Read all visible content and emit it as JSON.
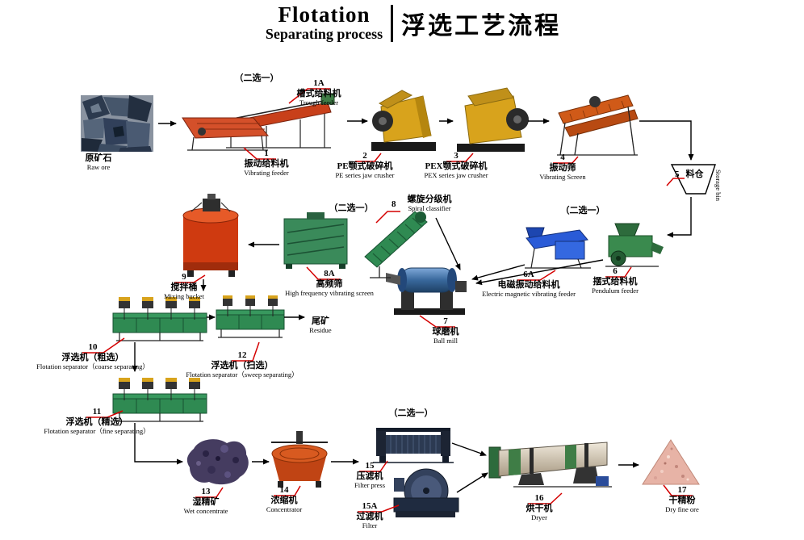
{
  "title": {
    "main": "Flotation",
    "sub": "Separating process",
    "zh": "浮选工艺流程"
  },
  "choice_note": "（二选一）",
  "nodes": {
    "raw_ore": {
      "num": "",
      "zh": "原矿石",
      "en": "Raw ore"
    },
    "trough_feeder": {
      "num": "1A",
      "zh": "槽式给料机",
      "en": "Trough feeder"
    },
    "vibrating_feeder": {
      "num": "1",
      "zh": "振动给料机",
      "en": "Vibrating feeder"
    },
    "pe_crusher": {
      "num": "2",
      "zh": "PE颚式破碎机",
      "en": "PE series jaw crusher"
    },
    "pex_crusher": {
      "num": "3",
      "zh": "PEX颚式破碎机",
      "en": "PEX series jaw crusher"
    },
    "vibrating_screen": {
      "num": "4",
      "zh": "振动筛",
      "en": "Vibrating Screen"
    },
    "storage_bin": {
      "num": "5",
      "zh": "料仓",
      "en": "Storage bin"
    },
    "pendulum_feeder": {
      "num": "6",
      "zh": "摆式给料机",
      "en": "Pendulum feeder"
    },
    "emv_feeder": {
      "num": "6A",
      "zh": "电磁振动给料机",
      "en": "Electric magnetic vibrating feeder"
    },
    "ball_mill": {
      "num": "7",
      "zh": "球磨机",
      "en": "Ball mill"
    },
    "spiral_classifier": {
      "num": "8",
      "zh": "螺旋分级机",
      "en": "Spiral classifier"
    },
    "hf_screen": {
      "num": "8A",
      "zh": "高频筛",
      "en": "High frequency vibrating screen"
    },
    "mixing_bucket": {
      "num": "9",
      "zh": "搅拌桶",
      "en": "Mixing bucket"
    },
    "flotation_coarse": {
      "num": "10",
      "zh": "浮选机（粗选）",
      "en": "Flotation separator（coarse separating）"
    },
    "flotation_fine": {
      "num": "11",
      "zh": "浮选机（精选）",
      "en": "Flotation separator（fine separating）"
    },
    "flotation_sweep": {
      "num": "12",
      "zh": "浮选机（扫选）",
      "en": "Flotation separator（sweep separating）"
    },
    "residue": {
      "num": "",
      "zh": "尾矿",
      "en": "Residue"
    },
    "wet_concentrate": {
      "num": "13",
      "zh": "湿精矿",
      "en": "Wet concentrate"
    },
    "concentrator": {
      "num": "14",
      "zh": "浓缩机",
      "en": "Concentrator"
    },
    "filter_press": {
      "num": "15",
      "zh": "压滤机",
      "en": "Filter press"
    },
    "filter": {
      "num": "15A",
      "zh": "过滤机",
      "en": "Filter"
    },
    "dryer": {
      "num": "16",
      "zh": "烘干机",
      "en": "Dryer"
    },
    "dry_fine_ore": {
      "num": "17",
      "zh": "干精粉",
      "en": "Dry fine ore"
    }
  },
  "colors": {
    "callout_red": "#d40000",
    "arrow_black": "#000000",
    "machine_green": "#2f8a52",
    "machine_orange_red": "#cf3a10",
    "machine_yellow": "#d8a31c",
    "machine_blue": "#2a5bd7"
  }
}
